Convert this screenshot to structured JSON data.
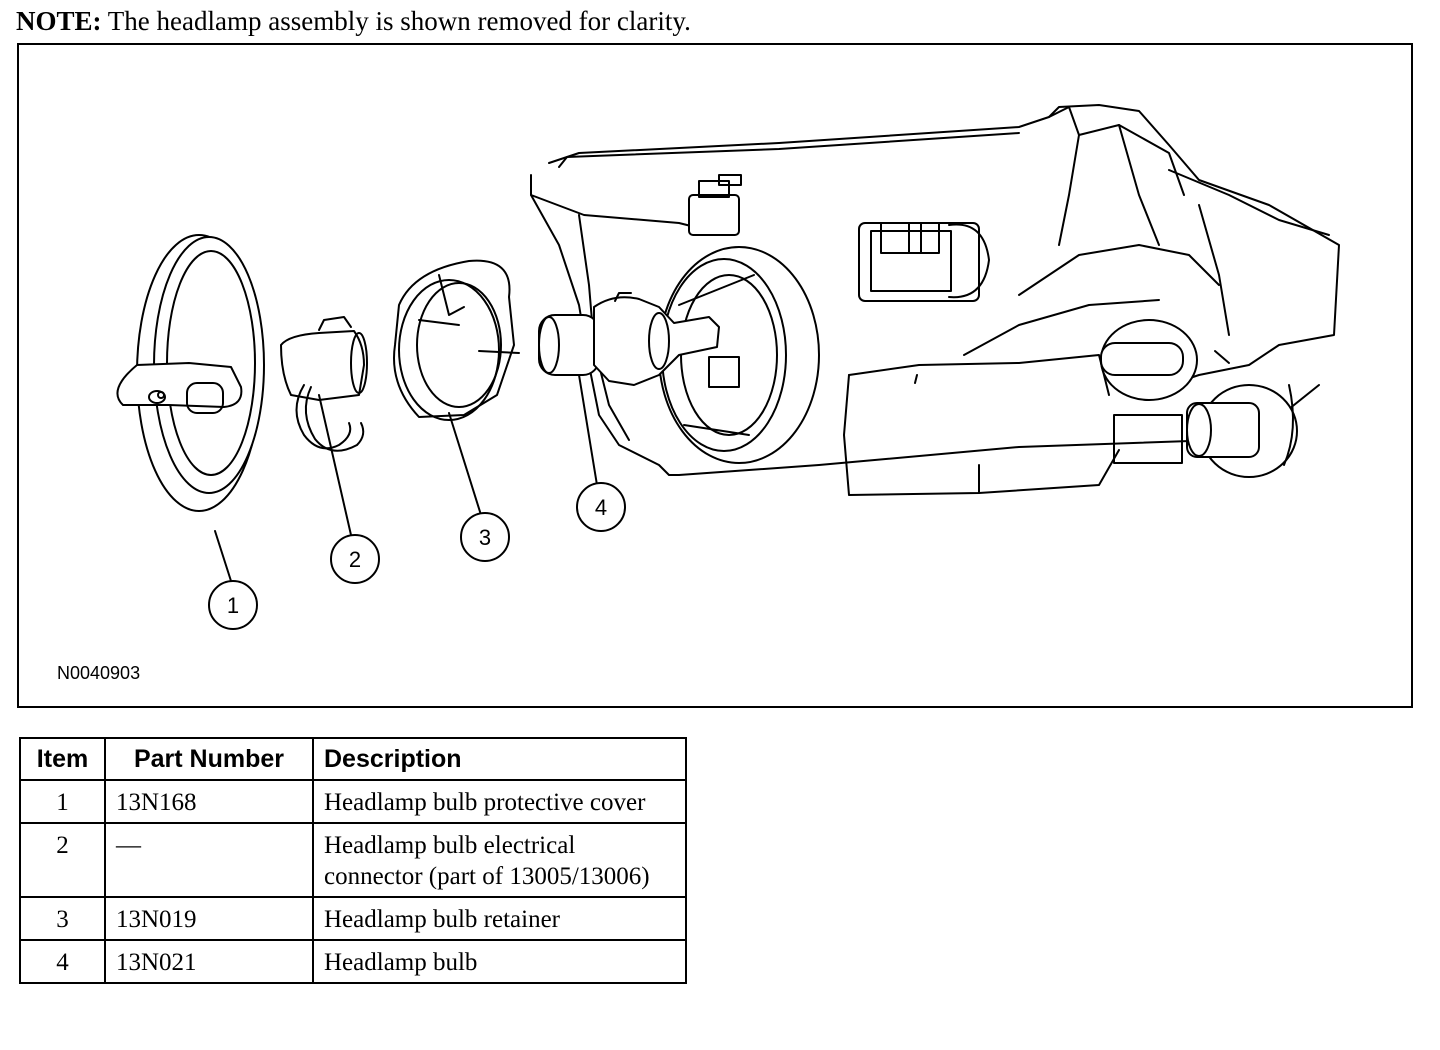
{
  "note": {
    "label": "NOTE:",
    "text": "The headlamp assembly is shown removed for clarity."
  },
  "figure": {
    "id": "N0040903",
    "callouts": [
      "1",
      "2",
      "3",
      "4"
    ]
  },
  "table": {
    "headers": {
      "item": "Item",
      "part_number": "Part Number",
      "description": "Description"
    },
    "rows": [
      {
        "item": "1",
        "part_number": "13N168",
        "description": "Headlamp bulb protective cover"
      },
      {
        "item": "2",
        "part_number": "—",
        "description": "Headlamp bulb electrical connector (part of 13005/13006)"
      },
      {
        "item": "3",
        "part_number": "13N019",
        "description": "Headlamp bulb retainer"
      },
      {
        "item": "4",
        "part_number": "13N021",
        "description": "Headlamp bulb"
      }
    ]
  }
}
